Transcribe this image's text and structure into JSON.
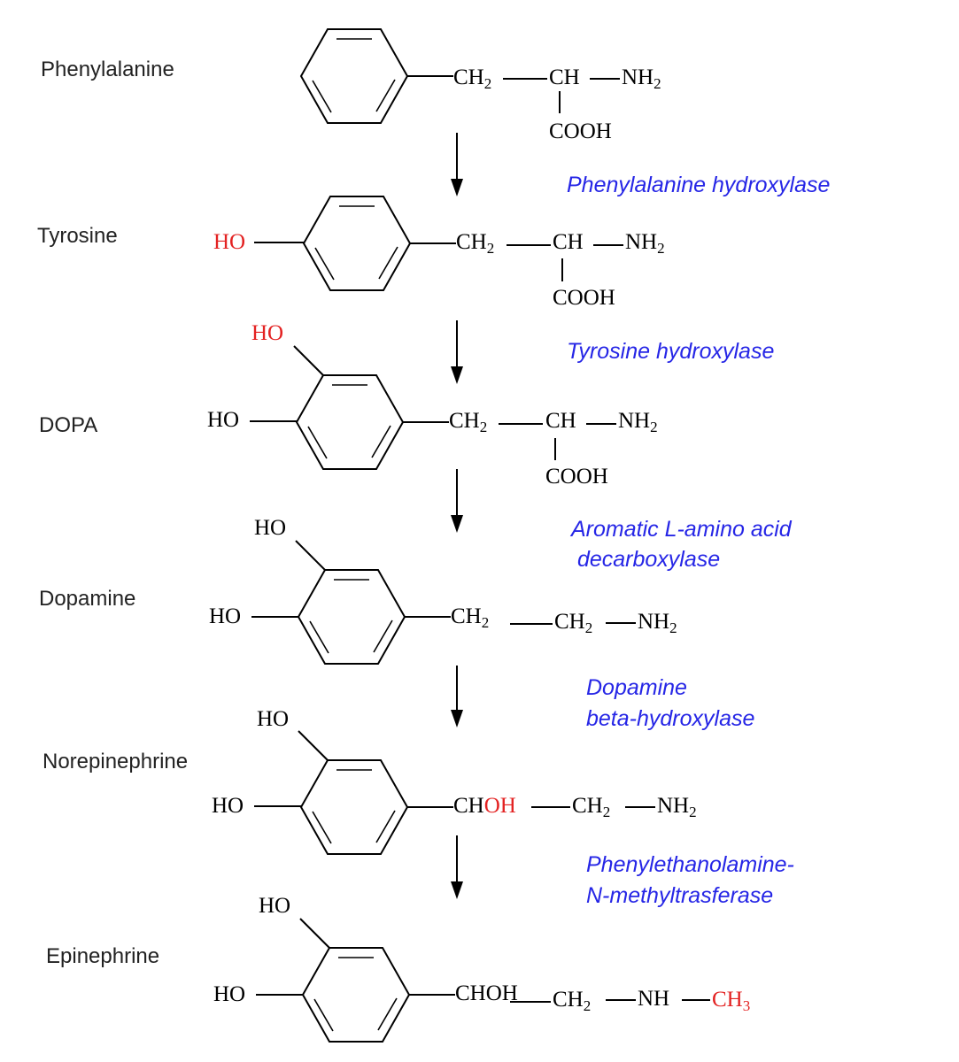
{
  "labels": {
    "ho": "HO",
    "oh": "OH",
    "ch": "CH",
    "ch2": "CH",
    "nh": "NH",
    "nh2": "NH",
    "cooh": "COOH",
    "chohFull": "CHOH",
    "sub2": "2",
    "sub3": "3"
  },
  "compounds": [
    {
      "name": "Phenylalanine"
    },
    {
      "name": "Tyrosine"
    },
    {
      "name": "DOPA"
    },
    {
      "name": "Dopamine"
    },
    {
      "name": "Norepinephrine"
    },
    {
      "name": "Epinephrine"
    }
  ],
  "enzymes": [
    {
      "lines": [
        "Phenylalanine hydroxylase"
      ]
    },
    {
      "lines": [
        "Tyrosine hydroxylase"
      ]
    },
    {
      "lines": [
        "Aromatic L-amino acid",
        " decarboxylase"
      ]
    },
    {
      "lines": [
        "Dopamine",
        "beta-hydroxylase"
      ]
    },
    {
      "lines": [
        "Phenylethanolamine-",
        "N-methyltrasferase"
      ]
    }
  ],
  "colors": {
    "highlight": "#e32222",
    "enzyme": "#2626e6",
    "text": "#222222"
  }
}
